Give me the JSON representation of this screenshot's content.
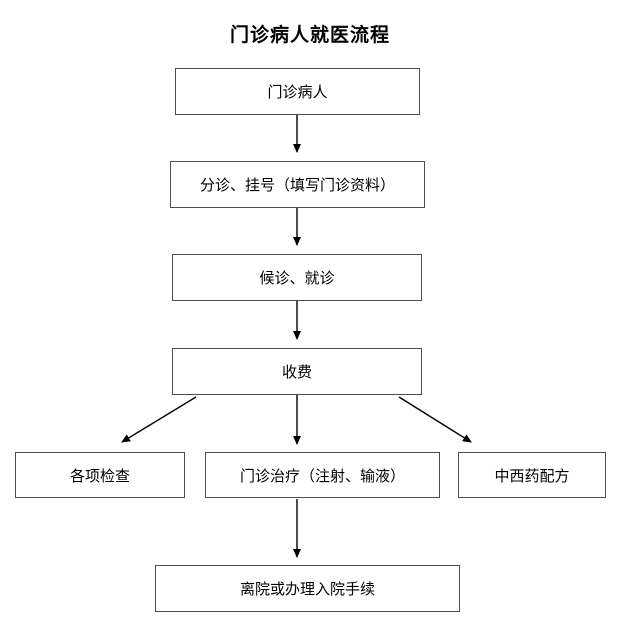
{
  "title": "门诊病人就医流程",
  "nodes": {
    "outpatient": {
      "label": "门诊病人"
    },
    "triage": {
      "label": "分诊、挂号（填写门诊资料）"
    },
    "waiting": {
      "label": "候诊、就诊"
    },
    "fees": {
      "label": "收费"
    },
    "exams": {
      "label": "各项检查"
    },
    "treatment": {
      "label": "门诊治疗（注射、输液）"
    },
    "pharmacy": {
      "label": "中西药配方"
    },
    "discharge": {
      "label": "离院或办理入院手续"
    }
  },
  "colors": {
    "box_border": "#4d4d4d",
    "arrow": "#000000",
    "background": "#ffffff",
    "text": "#000000"
  }
}
